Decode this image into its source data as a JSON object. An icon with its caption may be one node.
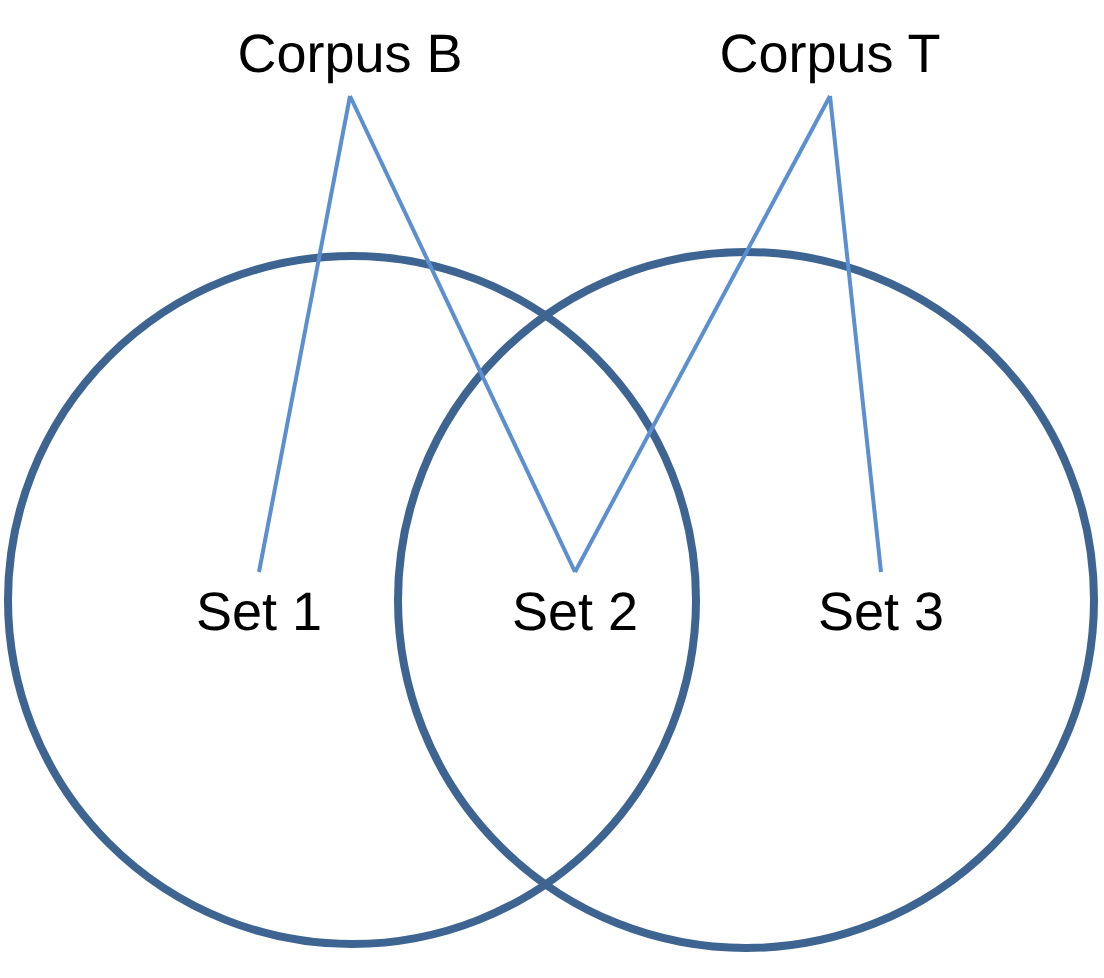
{
  "diagram": {
    "nodes": [
      {
        "text": [
          "Corpus B"
        ]
      },
      {
        "text": [
          "Corpus T"
        ]
      },
      {
        "text": [
          "Set 1"
        ]
      },
      {
        "text": [
          "Set 2"
        ]
      },
      {
        "text": [
          "Set 3"
        ]
      }
    ],
    "edges": [
      {
        "from": 0,
        "to": 2,
        "arrow": "none"
      },
      {
        "from": 0,
        "to": 3,
        "arrow": "none"
      },
      {
        "from": 1,
        "to": 3,
        "arrow": "none"
      },
      {
        "from": 1,
        "to": 4,
        "arrow": "none"
      }
    ]
  }
}
